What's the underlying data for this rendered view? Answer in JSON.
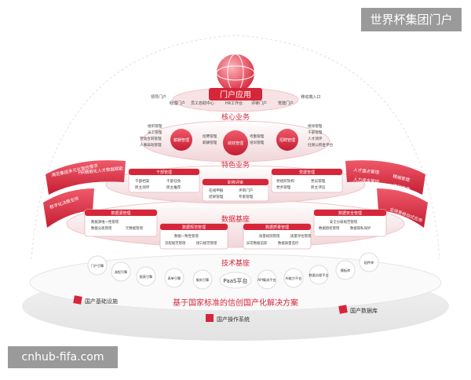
{
  "watermark_top": "世界杯集团门户",
  "watermark_bottom": "cnhub-fifa.com",
  "portal": {
    "title": "门户应用",
    "items": [
      "领导门户",
      "经理门户",
      "员工自助中心",
      "HR工作台",
      "评审门户",
      "党建门户",
      "移动端入口"
    ]
  },
  "core": {
    "title": "核心业务",
    "left_items": [
      "组织管理",
      "员工管理",
      "劳动合同管理",
      "人事异动管理"
    ],
    "circles": [
      "薪酬管理",
      "绩效管理",
      "招聘管理"
    ],
    "mid_left_items": [
      "招聘管理",
      "薪酬管理"
    ],
    "mid_right_items": [
      "考勤管理",
      "培训管理"
    ],
    "right_items": [
      "绩效管理",
      "干部管理",
      "人才测评",
      "社保公积金平台"
    ]
  },
  "feature": {
    "title": "特色业务",
    "cadre": {
      "title": "干部管理",
      "items": [
        "干部档案",
        "干部任免",
        "民主测评",
        "民主推荐"
      ]
    },
    "party": {
      "title": "党建管理",
      "items": [
        "党组织架构",
        "党员管理",
        "党务管理",
        "民主评议"
      ]
    },
    "expert": {
      "title": "职称评审",
      "items": [
        "在线申报",
        "评审门户",
        "结果管理",
        "专家管理"
      ]
    }
  },
  "data_base": {
    "title": "数据基座",
    "source": {
      "title": "数据源管理",
      "items": [
        "数据源唯一性管理",
        "数据分类管理",
        "元数据管理"
      ]
    },
    "standard": {
      "title": "数据规范管理",
      "items": [
        "数据一致性管理",
        "流程规范管理",
        "接口规范管理"
      ]
    },
    "quality": {
      "title": "数据质量管理",
      "items": [
        "质量规则管理",
        "质量评估管理",
        "异常数据追踪",
        "数据质量监控"
      ]
    },
    "security": {
      "title": "数据安全管理",
      "items": [
        "安全分级规范管理",
        "数据授权管理",
        "数据隐私保护"
      ]
    }
  },
  "tech": {
    "title": "技术基座",
    "engines": [
      "门户引擎",
      "流程引擎",
      "报表引擎",
      "表单引擎",
      "服务引擎",
      "PaaS平台",
      "API集成平台",
      "AI能力平台",
      "数据治理平台",
      "模板库",
      "组件库"
    ]
  },
  "side_labels": {
    "left_a": "满足集团多元化管控需求",
    "left_b": "HR精细化人才数据赋能",
    "left_c": "数字化决策支持",
    "right_a": "人才盘点管理",
    "right_b": "精细管理",
    "right_c": "人力成本管控",
    "right_d": "流程管理",
    "right_e": "全场景移动式应用"
  },
  "foundation": {
    "slogan": "基于国家标准的信创国产化解决方案",
    "infra": "国产基础设施",
    "os": "国产操作系统",
    "db": "国产数据库"
  },
  "colors": {
    "accent": "#d6263a",
    "dark_text": "#333333"
  }
}
